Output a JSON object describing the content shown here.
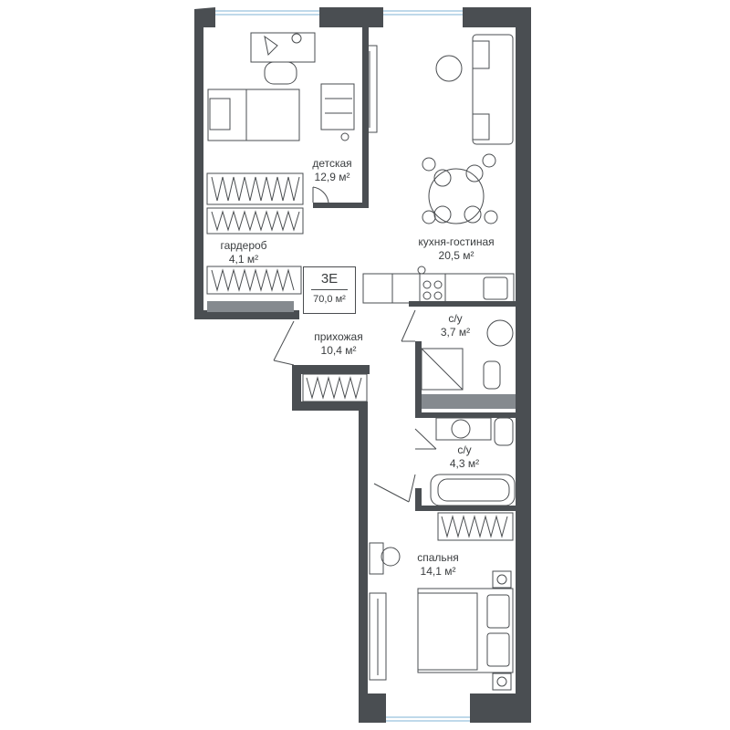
{
  "plan": {
    "apartment_code": "3E",
    "total_area": "70,0 м²",
    "rooms": [
      {
        "id": "detskaya",
        "name": "детская",
        "area": "12,9 м²"
      },
      {
        "id": "garderob",
        "name": "гардероб",
        "area": "4,1 м²"
      },
      {
        "id": "kuhnya",
        "name": "кухня-гостиная",
        "area": "20,5 м²"
      },
      {
        "id": "prihozhaya",
        "name": "прихожая",
        "area": "10,4 м²"
      },
      {
        "id": "su1",
        "name": "с/у",
        "area": "3,7 м²"
      },
      {
        "id": "su2",
        "name": "с/у",
        "area": "4,3 м²"
      },
      {
        "id": "spalnya",
        "name": "спальня",
        "area": "14,1 м²"
      }
    ]
  },
  "colors": {
    "wall": "#4a4e52",
    "partition": "#858a8f",
    "furniture_stroke": "#4a4d50",
    "window": "#7fb3d5",
    "text": "#3a3d3f"
  }
}
